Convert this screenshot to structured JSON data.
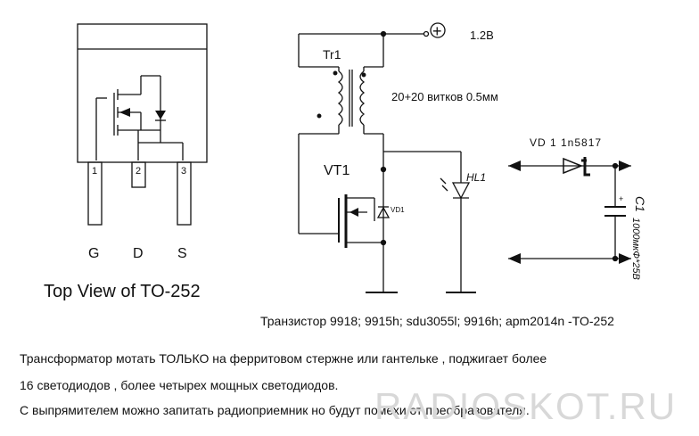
{
  "package": {
    "caption": "Top View of TO-252",
    "pin_numbers": [
      "1",
      "2",
      "3"
    ],
    "pin_letters": [
      "G",
      "D",
      "S"
    ]
  },
  "circuit": {
    "supply_symbol": "+",
    "supply_voltage": "1.2В",
    "transformer_label": "Tr1",
    "winding_note": "20+20 витков 0.5мм",
    "transistor_label": "VT1",
    "diode_in_transistor_label": "VD1",
    "led_label": "HL1",
    "rectifier_diode_label": "VD 1 1n5817",
    "capacitor_label": "C1",
    "capacitor_value": "1000мкФ*25В",
    "capacitor_polarity": "+"
  },
  "text": {
    "transistors": "Транзистор 9918; 9915h; sdu3055l; 9916h; apm2014n -TO-252",
    "note1": "Трансформатор мотать ТОЛЬКО на ферритовом стержне или гантельке , поджигает более",
    "note2": "16 светодиодов , более четырех мощных светодиодов.",
    "note3": "С выпрямителем можно запитать радиоприемник  но будут помехи от преобразователя."
  },
  "watermark": "RADIOSKOT.RU"
}
